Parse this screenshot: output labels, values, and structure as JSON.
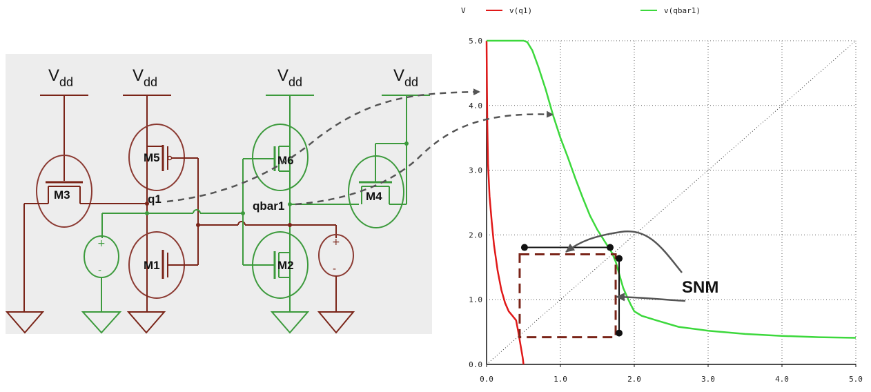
{
  "schematic": {
    "vdd_main": "V",
    "vdd_sub": "dd",
    "transistors": [
      "M3",
      "M5",
      "M1",
      "M6",
      "M2",
      "M4"
    ],
    "nodes": {
      "q": "q1",
      "qbar": "qbar1"
    },
    "colors": {
      "nmos_red": "#8b3a32",
      "pmos_green": "#3c9a3c",
      "ground_red": "#8b3a32",
      "ground_green": "#3c9a3c"
    }
  },
  "chart_data": {
    "type": "line",
    "ylabel": "V",
    "x_ticks": [
      "0.0",
      "1.0",
      "2.0",
      "3.0",
      "4.0",
      "5.0"
    ],
    "y_ticks": [
      "0.0",
      "1.0",
      "2.0",
      "3.0",
      "4.0",
      "5.0"
    ],
    "xlim": [
      0,
      5
    ],
    "ylim": [
      0,
      5
    ],
    "grid": true,
    "legend_placement": "top",
    "series": [
      {
        "name": "v(q1)",
        "color": "#e01818",
        "points": [
          [
            0.0,
            5.0
          ],
          [
            0.005,
            4.3
          ],
          [
            0.01,
            3.7
          ],
          [
            0.02,
            3.1
          ],
          [
            0.04,
            2.6
          ],
          [
            0.07,
            2.2
          ],
          [
            0.1,
            1.85
          ],
          [
            0.15,
            1.45
          ],
          [
            0.2,
            1.15
          ],
          [
            0.25,
            0.95
          ],
          [
            0.3,
            0.82
          ],
          [
            0.35,
            0.75
          ],
          [
            0.4,
            0.68
          ],
          [
            0.43,
            0.5
          ],
          [
            0.46,
            0.3
          ],
          [
            0.49,
            0.1
          ],
          [
            0.5,
            0.0
          ]
        ]
      },
      {
        "name": "v(qbar1)",
        "color": "#3cd83c",
        "points": [
          [
            0.0,
            5.0
          ],
          [
            0.5,
            5.0
          ],
          [
            0.55,
            4.98
          ],
          [
            0.62,
            4.85
          ],
          [
            0.7,
            4.6
          ],
          [
            0.8,
            4.25
          ],
          [
            0.9,
            3.85
          ],
          [
            1.0,
            3.5
          ],
          [
            1.1,
            3.2
          ],
          [
            1.2,
            2.88
          ],
          [
            1.3,
            2.58
          ],
          [
            1.4,
            2.3
          ],
          [
            1.5,
            2.08
          ],
          [
            1.6,
            1.9
          ],
          [
            1.7,
            1.72
          ],
          [
            1.75,
            1.58
          ],
          [
            1.8,
            1.38
          ],
          [
            1.85,
            1.18
          ],
          [
            1.9,
            1.05
          ],
          [
            1.95,
            0.93
          ],
          [
            2.0,
            0.82
          ],
          [
            2.1,
            0.75
          ],
          [
            2.3,
            0.68
          ],
          [
            2.6,
            0.58
          ],
          [
            3.0,
            0.52
          ],
          [
            3.5,
            0.47
          ],
          [
            4.0,
            0.44
          ],
          [
            4.5,
            0.42
          ],
          [
            5.0,
            0.41
          ]
        ]
      },
      {
        "name": "",
        "color": "#333333",
        "style": "dotted",
        "points": [
          [
            0,
            0
          ],
          [
            5,
            5
          ]
        ]
      }
    ],
    "annotations": {
      "label": "SNM",
      "box_color": "#7a2418",
      "box": {
        "x0": 0.42,
        "x1": 1.72,
        "y0": 0.42,
        "y1": 1.7
      }
    }
  }
}
